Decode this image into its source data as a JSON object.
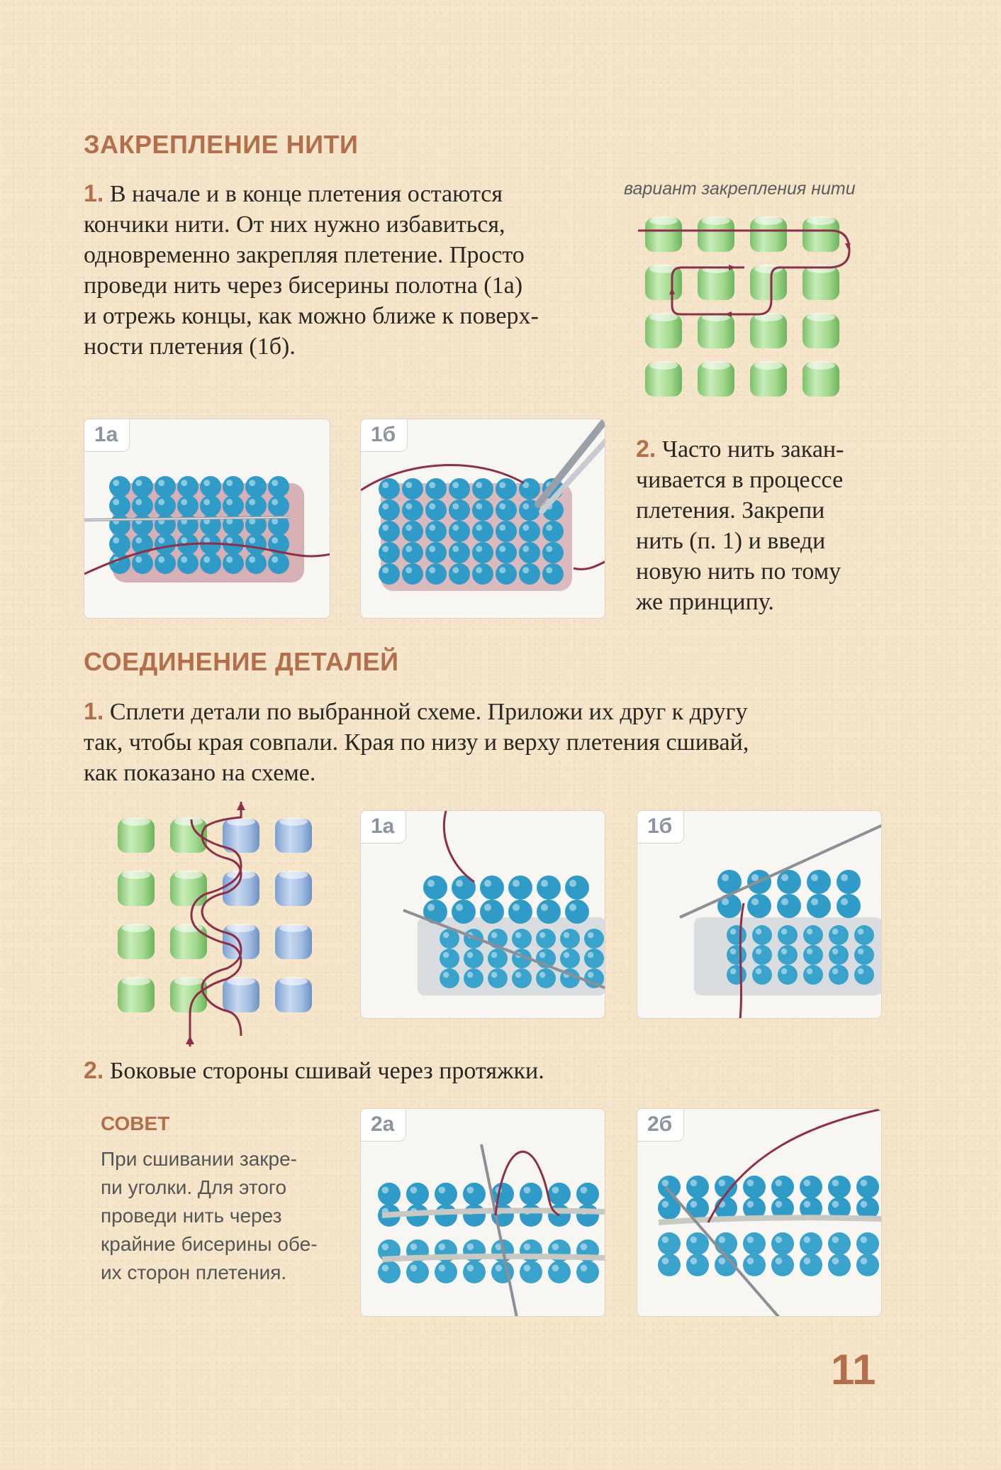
{
  "section1": {
    "title": "ЗАКРЕПЛЕНИЕ НИТИ",
    "step1": {
      "number": "1.",
      "lines": [
        "В начале и в конце плетения остаются",
        "кончики нити. От них нужно избавиться,",
        "одновременно закрепляя плетение. Просто",
        "проведи нить через бисерины полотна (1а)",
        "и отрежь концы, как можно ближе к поверх-",
        "ности плетения (1б)."
      ]
    },
    "diagram_caption": "вариант закрепления нити",
    "photos": [
      "1а",
      "1б"
    ],
    "step2": {
      "number": "2.",
      "lines": [
        "Часто нить закан-",
        "чивается в процессе",
        "плетения. Закрепи",
        "нить (п. 1) и введи",
        "новую нить по тому",
        "же принципу."
      ]
    }
  },
  "section2": {
    "title": "СОЕДИНЕНИЕ ДЕТАЛЕЙ",
    "step1": {
      "number": "1.",
      "lines": [
        "Сплети детали по выбранной схеме. Приложи их друг к другу",
        "так, чтобы края совпали. Края по низу и верху плетения сшивай,",
        "как показано на схеме."
      ]
    },
    "photos_row1": [
      "1а",
      "1б"
    ],
    "step2": {
      "number": "2.",
      "text": "Боковые стороны сшивай через протяжки."
    },
    "tip": {
      "title": "СОВЕТ",
      "lines": [
        "При сшивании закре-",
        "пи уголки. Для этого",
        "проведи нить через",
        "крайние бисерины обе-",
        "их сторон плетения."
      ]
    },
    "photos_row2": [
      "2а",
      "2б"
    ]
  },
  "page_number": "11",
  "colors": {
    "accent": "#b36f4c",
    "background": "#f4e3c6",
    "bead_blue": "#2f9bc6",
    "bead_green": "#9fd48a",
    "bead_lightblue": "#9cb8e0",
    "thread": "#8e2f4a"
  }
}
